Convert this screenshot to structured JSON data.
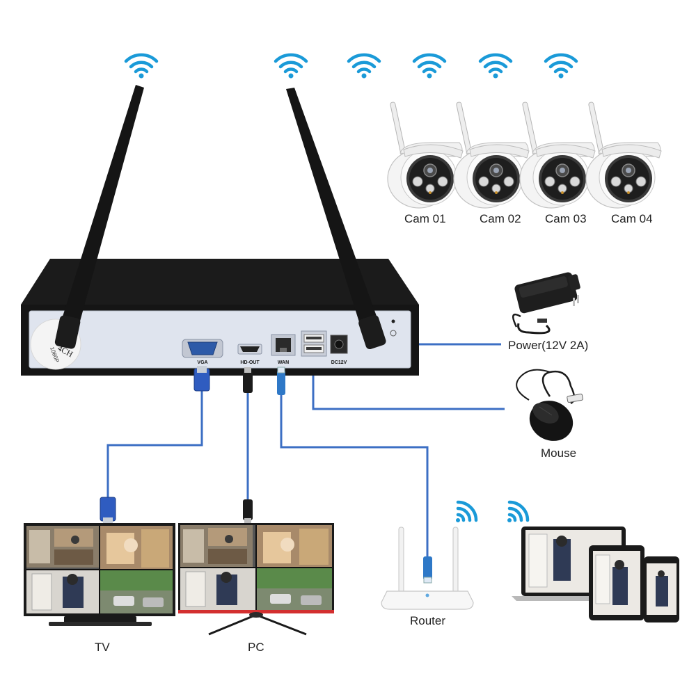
{
  "cameras": [
    {
      "label": "Cam 01"
    },
    {
      "label": "Cam 02"
    },
    {
      "label": "Cam 03"
    },
    {
      "label": "Cam 04"
    }
  ],
  "nvr": {
    "model_sticker": "4CH",
    "resolution_sticker": "1080P",
    "ports": {
      "vga": "VGA",
      "hdmi": "HD-OUT",
      "wan": "WAN",
      "dc": "DC12V"
    }
  },
  "devices": {
    "power": "Power(12V 2A)",
    "mouse": "Mouse",
    "router": "Router",
    "tv": "TV",
    "pc": "PC"
  },
  "colors": {
    "wifi": "#1a9ad8",
    "cable": "#3c6fc4",
    "nvr_body": "#1b1b1b",
    "nvr_panel": "#dfe4ee"
  }
}
